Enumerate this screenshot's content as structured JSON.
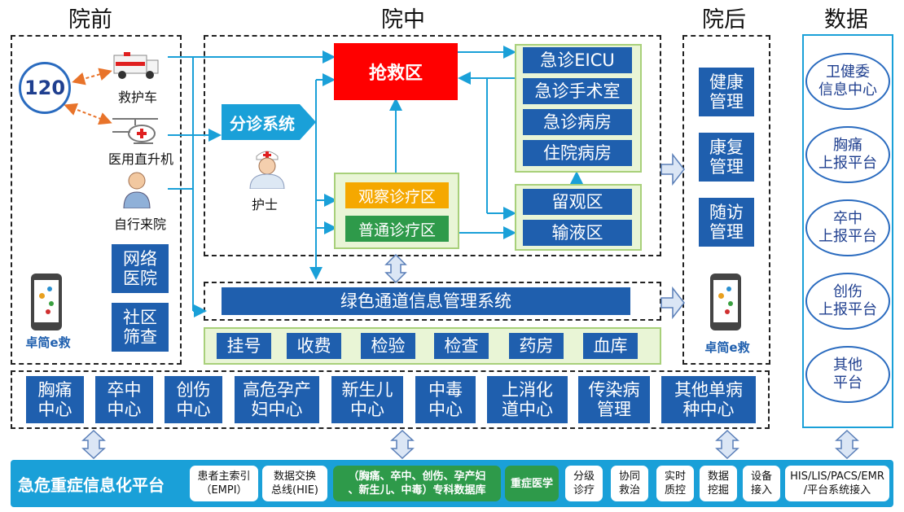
{
  "sections": {
    "pre": "院前",
    "mid": "院中",
    "post": "院后",
    "data": "数据"
  },
  "pre": {
    "badge_120": "120",
    "ambulance": "救护车",
    "helicopter": "医用直升机",
    "walkin": "自行来院",
    "network_hospital": "网络\n医院",
    "community_screening": "社区\n筛查",
    "app": "卓简e救"
  },
  "mid": {
    "rescue": "抢救区",
    "triage": "分诊系统",
    "nurse": "护士",
    "observation_treatment": "观察诊疗区",
    "general_treatment": "普通诊疗区",
    "eicu": "急诊EICU",
    "surgery": "急诊手术室",
    "ward": "急诊病房",
    "inpatient": "住院病房",
    "stay_obs": "留观区",
    "infusion": "输液区",
    "green_channel": "绿色通道信息管理系统",
    "services": [
      "挂号",
      "收费",
      "检验",
      "检查",
      "药房",
      "血库"
    ]
  },
  "post": {
    "items": [
      "健康\n管理",
      "康复\n管理",
      "随访\n管理"
    ],
    "app": "卓简e救"
  },
  "data_col": {
    "items": [
      "卫健委\n信息中心",
      "胸痛\n上报平台",
      "卒中\n上报平台",
      "创伤\n上报平台",
      "其他\n平台"
    ]
  },
  "centers": [
    "胸痛\n中心",
    "卒中\n中心",
    "创伤\n中心",
    "高危孕产\n妇中心",
    "新生儿\n中心",
    "中毒\n中心",
    "上消化\n道中心",
    "传染病\n管理",
    "其他单病\n种中心"
  ],
  "platform": {
    "title": "急危重症信息化平台",
    "items": [
      {
        "text": "患者主索引\n（EMPI）",
        "style": "white"
      },
      {
        "text": "数据交换\n总线(HIE)",
        "style": "white"
      },
      {
        "text": "（胸痛、卒中、创伤、孕产妇\n、新生儿、中毒）专科数据库",
        "style": "green"
      },
      {
        "text": "重症医学",
        "style": "green"
      },
      {
        "text": "分级\n诊疗",
        "style": "white"
      },
      {
        "text": "协同\n救治",
        "style": "white"
      },
      {
        "text": "实时\n质控",
        "style": "white"
      },
      {
        "text": "数据\n挖掘",
        "style": "white"
      },
      {
        "text": "设备\n接入",
        "style": "white"
      },
      {
        "text": "HIS/LIS/PACS/EMR\n/平台系统接入",
        "style": "white"
      }
    ]
  },
  "colors": {
    "blue": "#1f5fae",
    "red": "#ff0000",
    "orange": "#f0a500",
    "green": "#2e9a4a",
    "cyan": "#1aa0d8",
    "platform": "#1aa0d8"
  }
}
